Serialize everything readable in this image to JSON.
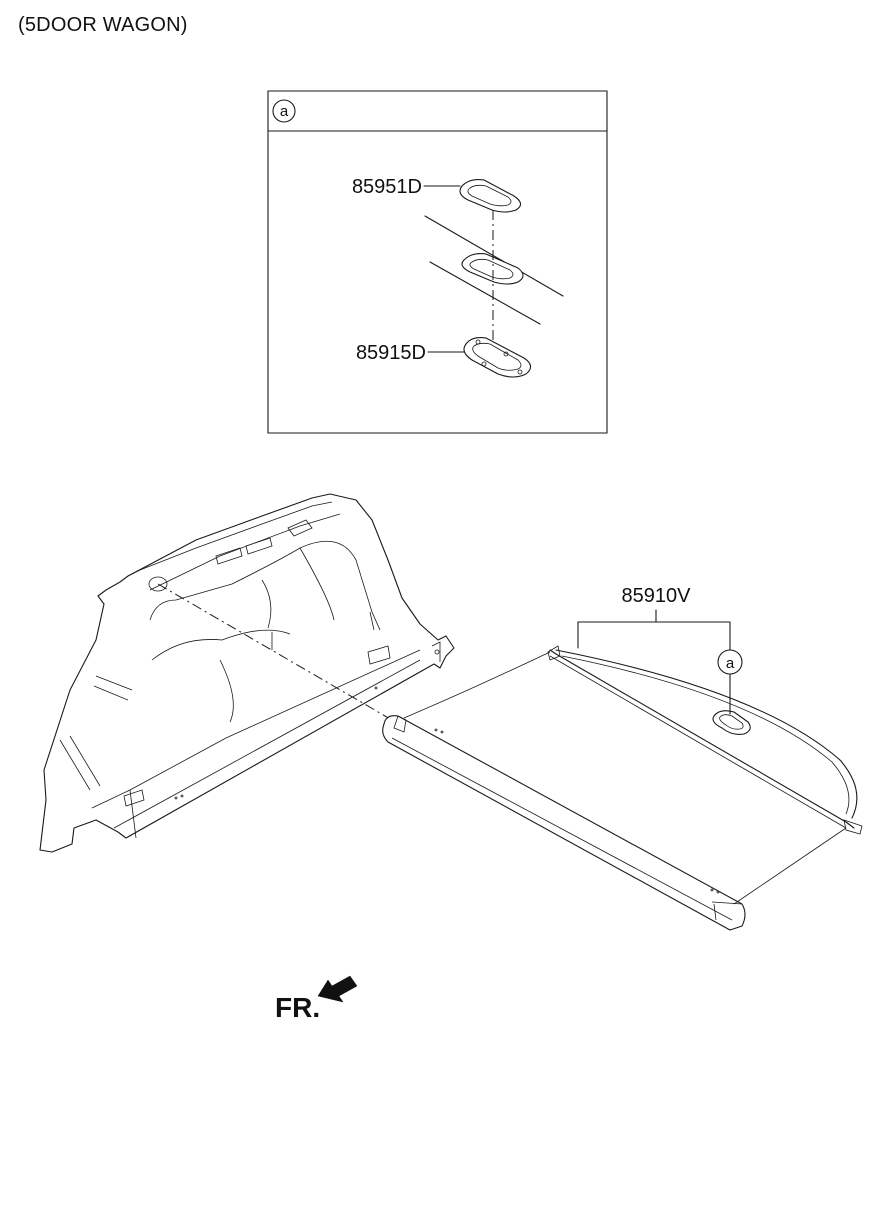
{
  "header": {
    "variant_label": "(5DOOR WAGON)"
  },
  "detail_box": {
    "ref_marker": "a"
  },
  "parts": {
    "escutcheon_upper": "85951D",
    "escutcheon_lower": "85915D",
    "cover_assembly": "85910V"
  },
  "callout": {
    "ref_marker": "a"
  },
  "orientation": {
    "label": "FR."
  }
}
